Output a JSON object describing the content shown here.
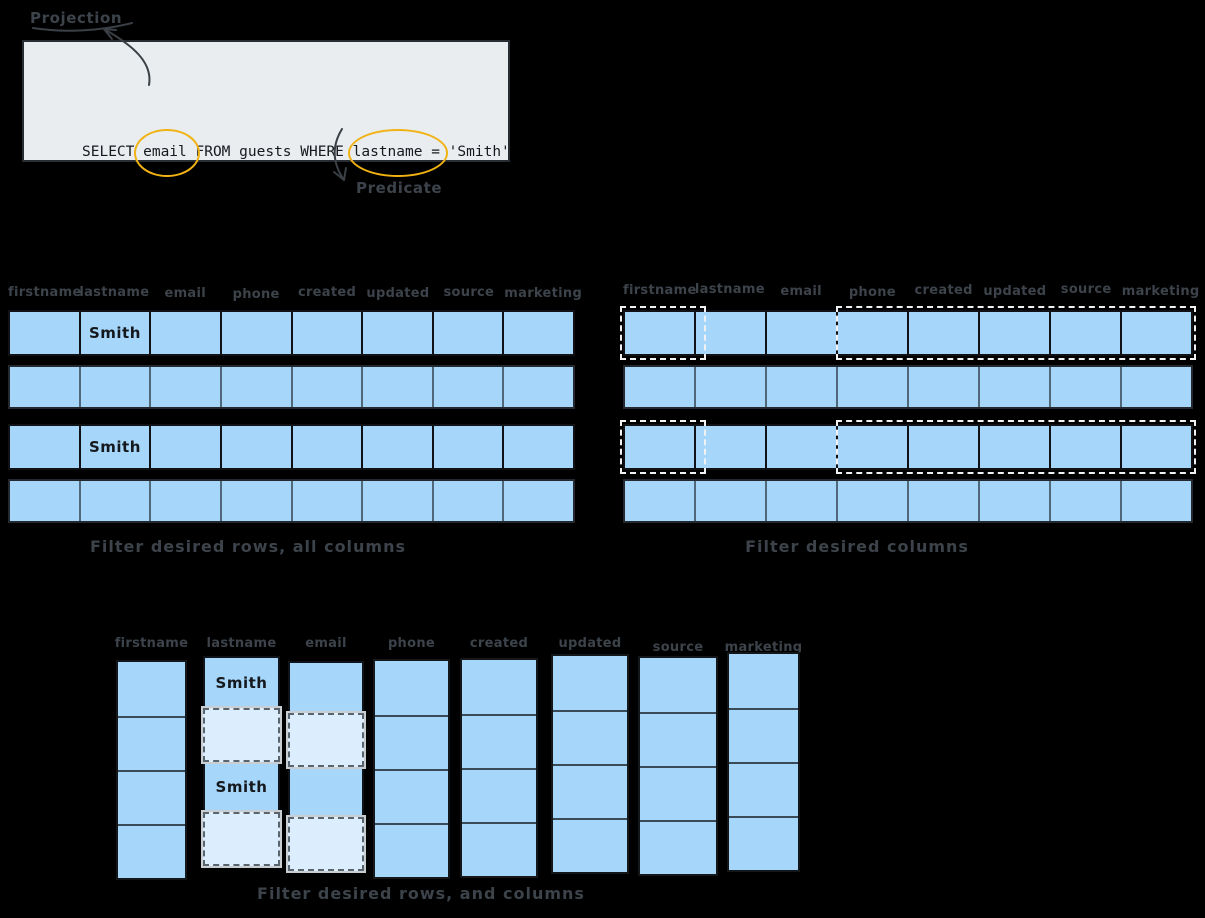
{
  "sql": {
    "prefix": "SELECT ",
    "projection_word": "email",
    "mid": " FROM guests WHERE ",
    "predicate_word": "lastname",
    "suffix": " = 'Smith'"
  },
  "labels": {
    "projection": "Projection",
    "predicate": "Predicate"
  },
  "columns": [
    "firstname",
    "lastname",
    "email",
    "phone",
    "created",
    "updated",
    "source",
    "marketing"
  ],
  "match_value": "Smith",
  "left_table": {
    "caption": "Filter desired rows, all columns",
    "rows": [
      {
        "style": "match",
        "cells": [
          "",
          "Smith",
          "",
          "",
          "",
          "",
          "",
          ""
        ]
      },
      {
        "style": "plain",
        "cells": [
          "",
          "",
          "",
          "",
          "",
          "",
          "",
          ""
        ]
      },
      {
        "style": "match",
        "cells": [
          "",
          "Smith",
          "",
          "",
          "",
          "",
          "",
          ""
        ]
      },
      {
        "style": "plain",
        "cells": [
          "",
          "",
          "",
          "",
          "",
          "",
          "",
          ""
        ]
      }
    ]
  },
  "right_table": {
    "caption": "Filter desired columns",
    "kept_columns": [
      "lastname",
      "email"
    ],
    "rows": [
      {
        "style": "match",
        "dashed": true
      },
      {
        "style": "plain",
        "dashed": false
      },
      {
        "style": "match",
        "dashed": true
      },
      {
        "style": "plain",
        "dashed": false
      }
    ]
  },
  "bottom_table": {
    "caption": "Filter desired rows, and columns",
    "filtered_columns": [
      "lastname",
      "email"
    ],
    "filtered_out_rows": [
      1,
      3
    ],
    "cell_values": {
      "lastname": [
        "Smith",
        "",
        "Smith",
        ""
      ]
    }
  },
  "colors": {
    "background": "#000000",
    "cell": "#a6d7fb",
    "cell_light": "#dcedfe",
    "muted_divider": "#51677a",
    "strip_divider": "#3a4a57",
    "accent_yellow": "#f1b213",
    "hand_text": "#3c434a",
    "dashed_white": "#eff1f3",
    "sql_box_bg": "#e9edf0",
    "sql_text": "#16191d"
  }
}
